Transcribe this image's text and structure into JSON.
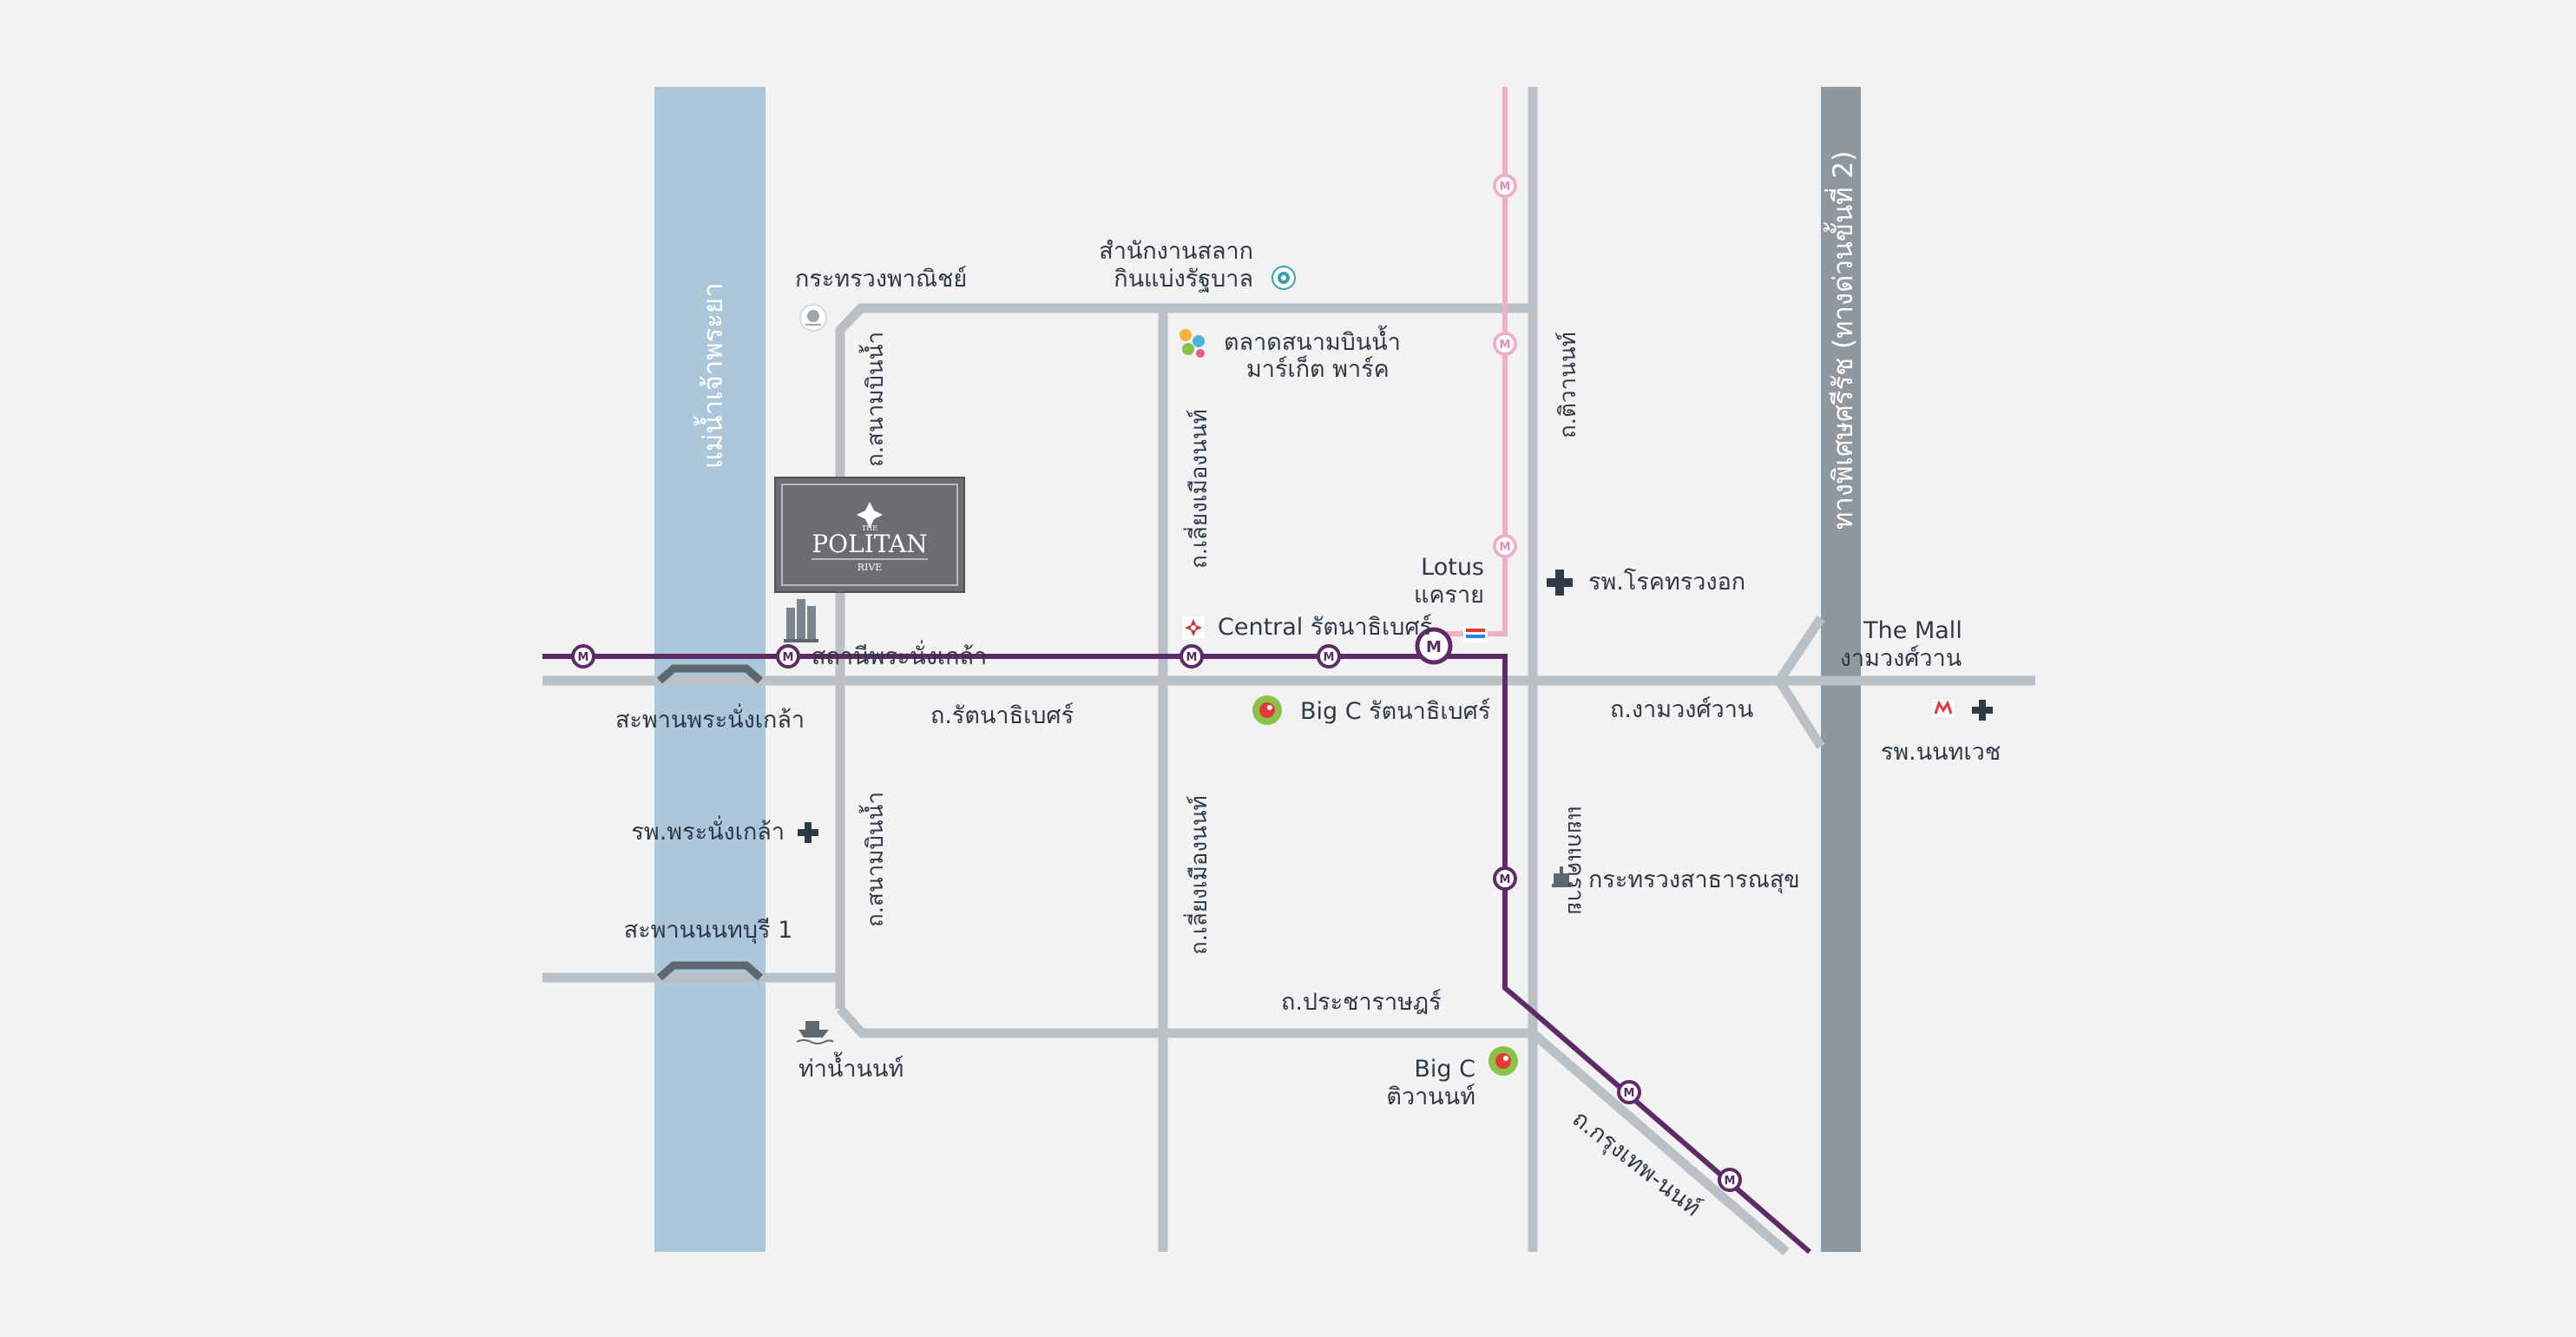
{
  "map": {
    "project": {
      "logo_the": "THE",
      "logo_name": "POLITAN",
      "logo_sub": "RIVE"
    },
    "river": "แม่น้ำเจ้าพระยา",
    "expressway": "ทางพิเศษศรีรัช (ทางด่วนขั้นที่ 2)",
    "roads": {
      "sanambinnam_top": "ถ.สนามบินน้ำ",
      "sanambinnam_bottom": "ถ.สนามบินน้ำ",
      "liangmueangnon_top": "ถ.เลี่ยงเมืองนนท์",
      "liangmueangnon_bottom": "ถ.เลี่ยงเมืองนนท์",
      "tiwanon": "ถ.ติวานนท์",
      "rattanathibet": "ถ.รัตนาธิเบศร์",
      "ngamwongwan": "ถ.งามวงศ์วาน",
      "khae_rai_junction": "แยกแคราย",
      "pracharat": "ถ.ประชาราษฎร์",
      "krungthep_non": "ถ.กรุงเทพ-นนท์"
    },
    "places": {
      "ministry_commerce": "กระทรวงพาณิชย์",
      "lottery_office_1": "สำนักงานสลาก",
      "lottery_office_2": "กินแบ่งรัฐบาล",
      "sanambinnam_market_1": "ตลาดสนามบินน้ำ",
      "sanambinnam_market_2": "มาร์เก็ต พาร์ค",
      "lotus_1": "Lotus",
      "lotus_2": "แคราย",
      "chest_hospital": "รพ.โรคทรวงอก",
      "central": "Central รัตนาธิเบศร์",
      "phra_nang_klao_station": "สถานีพระนั่งเกล้า",
      "the_mall_1": "The Mall",
      "the_mall_2": "งามวงศ์วาน",
      "phra_nang_klao_bridge": "สะพานพระนั่งเกล้า",
      "bigc_rattanathibet": "Big C รัตนาธิเบศร์",
      "nonthavej_hospital": "รพ.นนทเวช",
      "phra_nang_klao_hospital": "รพ.พระนั่งเกล้า",
      "ministry_public_health": "กระทรวงสาธารณสุข",
      "nonthaburi_bridge_1": "สะพานนนทบุรี 1",
      "nonthaburi_pier": "ท่าน้ำนนท์",
      "bigc_tiwanon_1": "Big C",
      "bigc_tiwanon_2": "ติวานนท์"
    },
    "metro_symbol": "M",
    "colors": {
      "background": "#f2f2f2",
      "road": "#b9c1c7",
      "river": "#acc7d9",
      "expressway": "#8f989e",
      "purple_line": "#5f2a68",
      "pink_line": "#efafca",
      "text": "#2f3a46",
      "logo_box": "#6b6e71",
      "bigc_green": "#8bc34a",
      "bigc_red": "#e53935",
      "central_red": "#d32f2f"
    }
  }
}
